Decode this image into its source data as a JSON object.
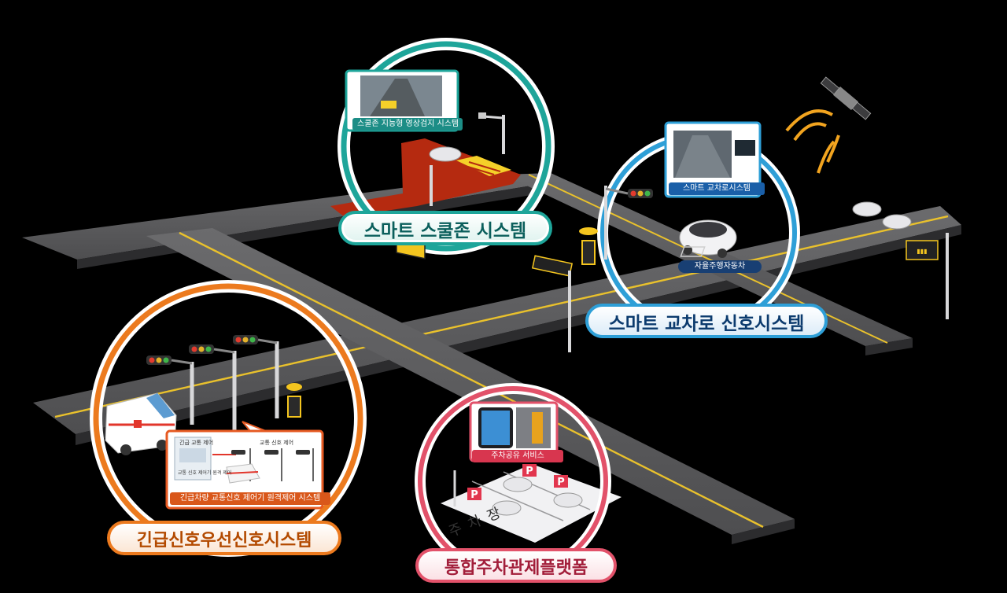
{
  "labels": {
    "school_zone": "스마트 스쿨존 시스템",
    "intersection": "스마트 교차로 신호시스템",
    "emergency": "긴급신호우선신호시스템",
    "parking": "통합주차관제플랫폼"
  },
  "tags": {
    "school_zone_camera": "스쿨존 지능형 영상검지 시스템",
    "intersection_system": "스마트 교차로시스템",
    "autonomous_car": "자율주행자동차",
    "emergency_control": "긴급차량 교통신호 제어기 원격제어 시스템",
    "parking_share": "주차공유 서비스"
  },
  "inset_text": {
    "panel_title": "긴급 교통 제어",
    "left_caption": "교통 신호 제어기 원격 제어",
    "right_caption": "교통 신호 제어",
    "parking_word": "주 차 장"
  },
  "colors": {
    "teal": "#1ea59a",
    "blue": "#2e9fd7",
    "orange": "#ec7a1e",
    "pink": "#e2526a",
    "road": "#5a5a5c",
    "school_zone_red": "#b52a10"
  }
}
